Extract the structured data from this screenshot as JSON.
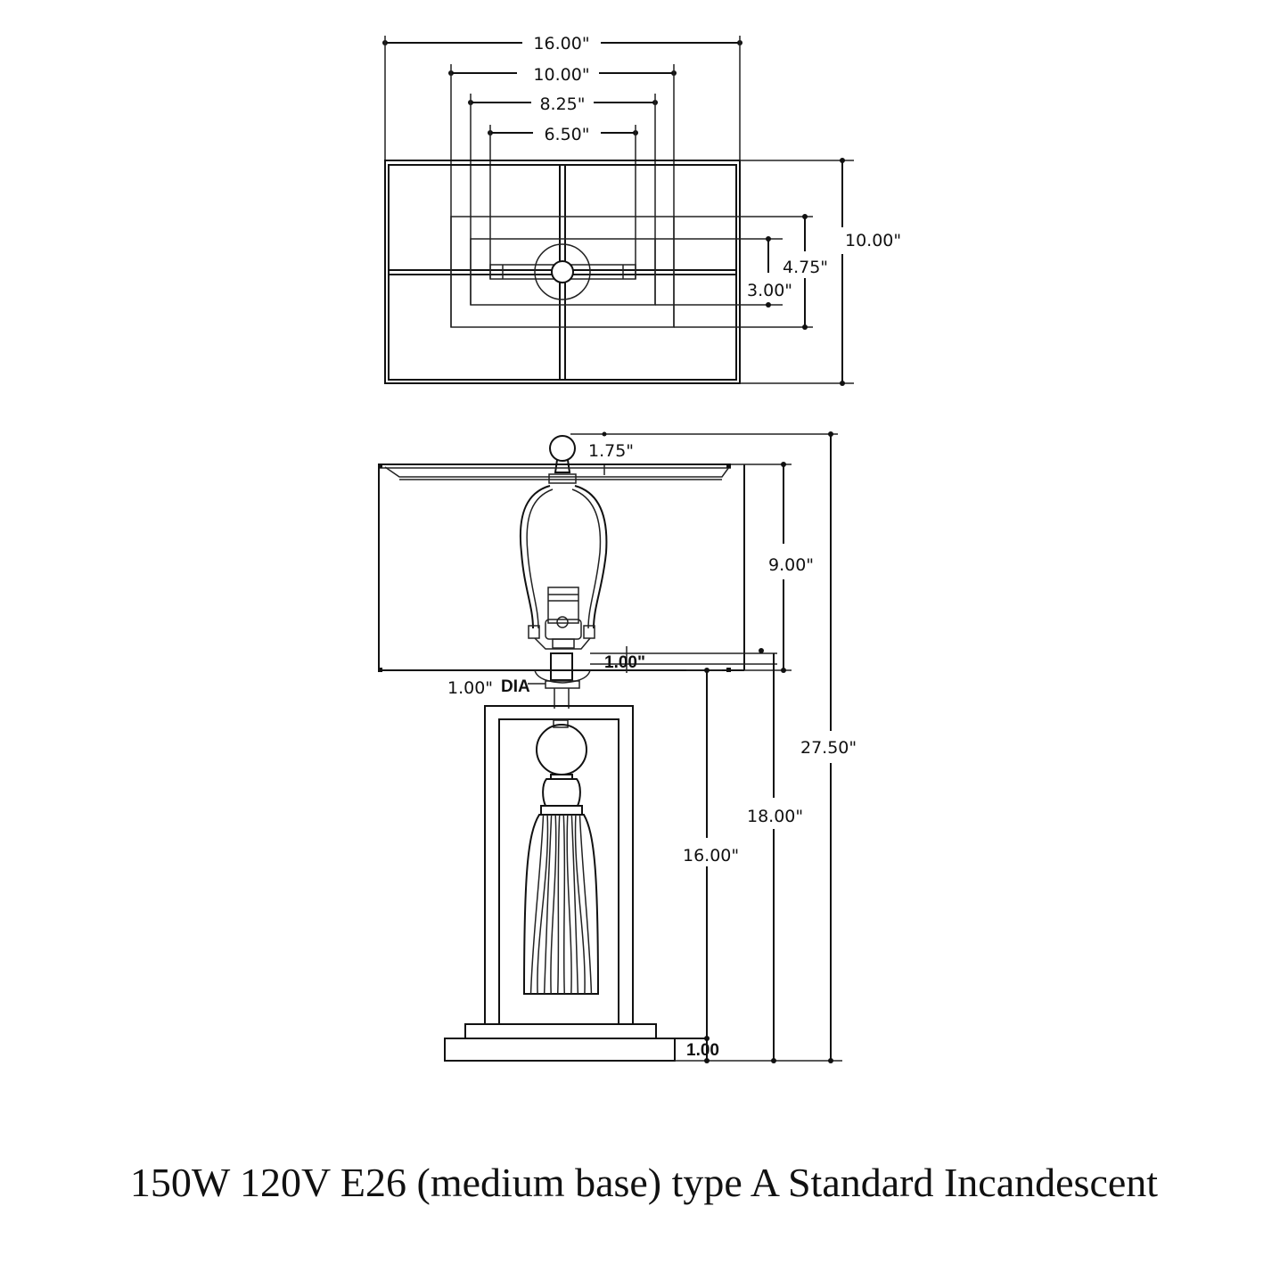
{
  "top_view": {
    "width_dims": [
      "16.00\"",
      "10.00\"",
      "8.25\"",
      "6.50\""
    ],
    "height_dims": [
      "10.00\"",
      "4.75\"",
      "3.00\""
    ]
  },
  "front_view": {
    "finial_height": "1.75\"",
    "shade_height": "9.00\"",
    "neck_height": "1.00\"",
    "neck_dia_value": "1.00\"",
    "neck_dia_unit": "DIA",
    "base_to_socket": "16.00\"",
    "base_to_shade_bottom": "18.00\"",
    "overall_height": "27.50\"",
    "plinth_height": "1.00"
  },
  "caption": "150W 120V E26 (medium base) type A Standard Incandescent"
}
